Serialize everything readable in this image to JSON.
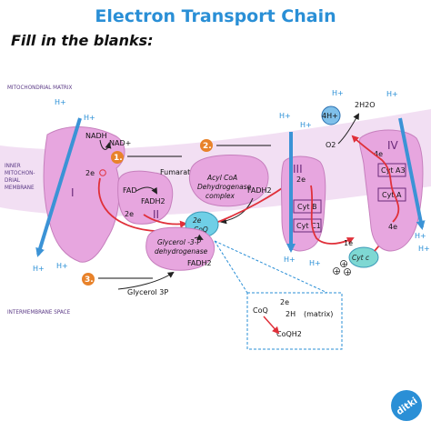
{
  "title": "Electron Transport Chain",
  "subtitle": "Fill in the blanks:",
  "regions": {
    "matrix": "MITOCHONDRIAL MATRIX",
    "inner_membrane": [
      "INNER",
      "MITOCHON-",
      "DRIAL",
      "MEMBRANE"
    ],
    "intermembrane": "INTERMEMBRANE SPACE"
  },
  "proton": "H+",
  "complexes": {
    "c1": "I",
    "c2": "II",
    "c3": "III",
    "c4": "IV"
  },
  "complex1": {
    "nadh": "NADH",
    "nad": "NAD+",
    "e2": "2e"
  },
  "complex2": {
    "fumarate": "Fumarate",
    "fad": "FAD",
    "fadh2": "FADH2",
    "e2": "2e"
  },
  "acyl": {
    "line1": "Acyl CoA",
    "line2": "Dehydrogenase",
    "line3": "complex",
    "fadh2": "FADH2"
  },
  "coq": {
    "e2": "2e",
    "name": "CoQ"
  },
  "glycerol": {
    "line1": "Glycerol -3-P",
    "line2": "dehydrogenase",
    "fadh2": "FADH2",
    "substrate": "Glycerol 3P"
  },
  "complex3": {
    "e2": "2e",
    "cytb": "Cyt B",
    "cytc1": "Cyt C1"
  },
  "cytc": {
    "e1": "1e",
    "name": "Cyt c"
  },
  "complex4": {
    "e4a": "4e",
    "cyta3": "Cyt A3",
    "cyta": "Cyt A",
    "e4b": "4e"
  },
  "oxygen": {
    "h4": "4H+",
    "water": "2H2O",
    "o2": "O2"
  },
  "inset": {
    "coq": "CoQ",
    "e2": "2e",
    "h": "2H",
    "matrix": "(matrix)",
    "coqh2": "CoQH2"
  },
  "blanks": [
    "1.",
    "2.",
    "3."
  ],
  "logo": "ditki",
  "colors": {
    "complex": "#e7a6df",
    "membrane": "#f1dcf2",
    "arrow_red": "#e0303a",
    "proton_blue": "#3b93d6",
    "blank_orange": "#e8822a",
    "cyt_c": "#7ed8d3",
    "coq": "#6fcfe6",
    "h4": "#7fc0ea"
  }
}
